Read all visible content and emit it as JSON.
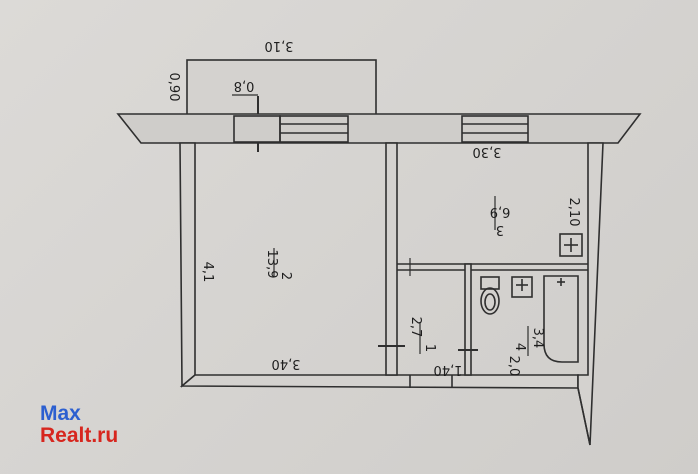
{
  "plan": {
    "balcony": {
      "width": "3,10",
      "depth": "0,90",
      "area": "0,8"
    },
    "room_2": {
      "number": "2",
      "area": "13,9",
      "length": "4,1",
      "width": "3,40"
    },
    "room_3": {
      "number": "3",
      "area": "6,9",
      "width": "3,30",
      "length": "2,10"
    },
    "room_1": {
      "number": "1",
      "area": "2,7",
      "width": "1,40"
    },
    "room_4": {
      "number": "4",
      "area": "3,4",
      "width": "2,0"
    }
  },
  "watermark": {
    "line1": "Max",
    "line2": "Realt.ru"
  },
  "colors": {
    "wall_line": "#2f2f2f",
    "wall_fill": "#d4d2cf",
    "paper": "#d9d7d4",
    "watermark_blue": "#2c5fd0",
    "watermark_red": "#d7261e"
  }
}
